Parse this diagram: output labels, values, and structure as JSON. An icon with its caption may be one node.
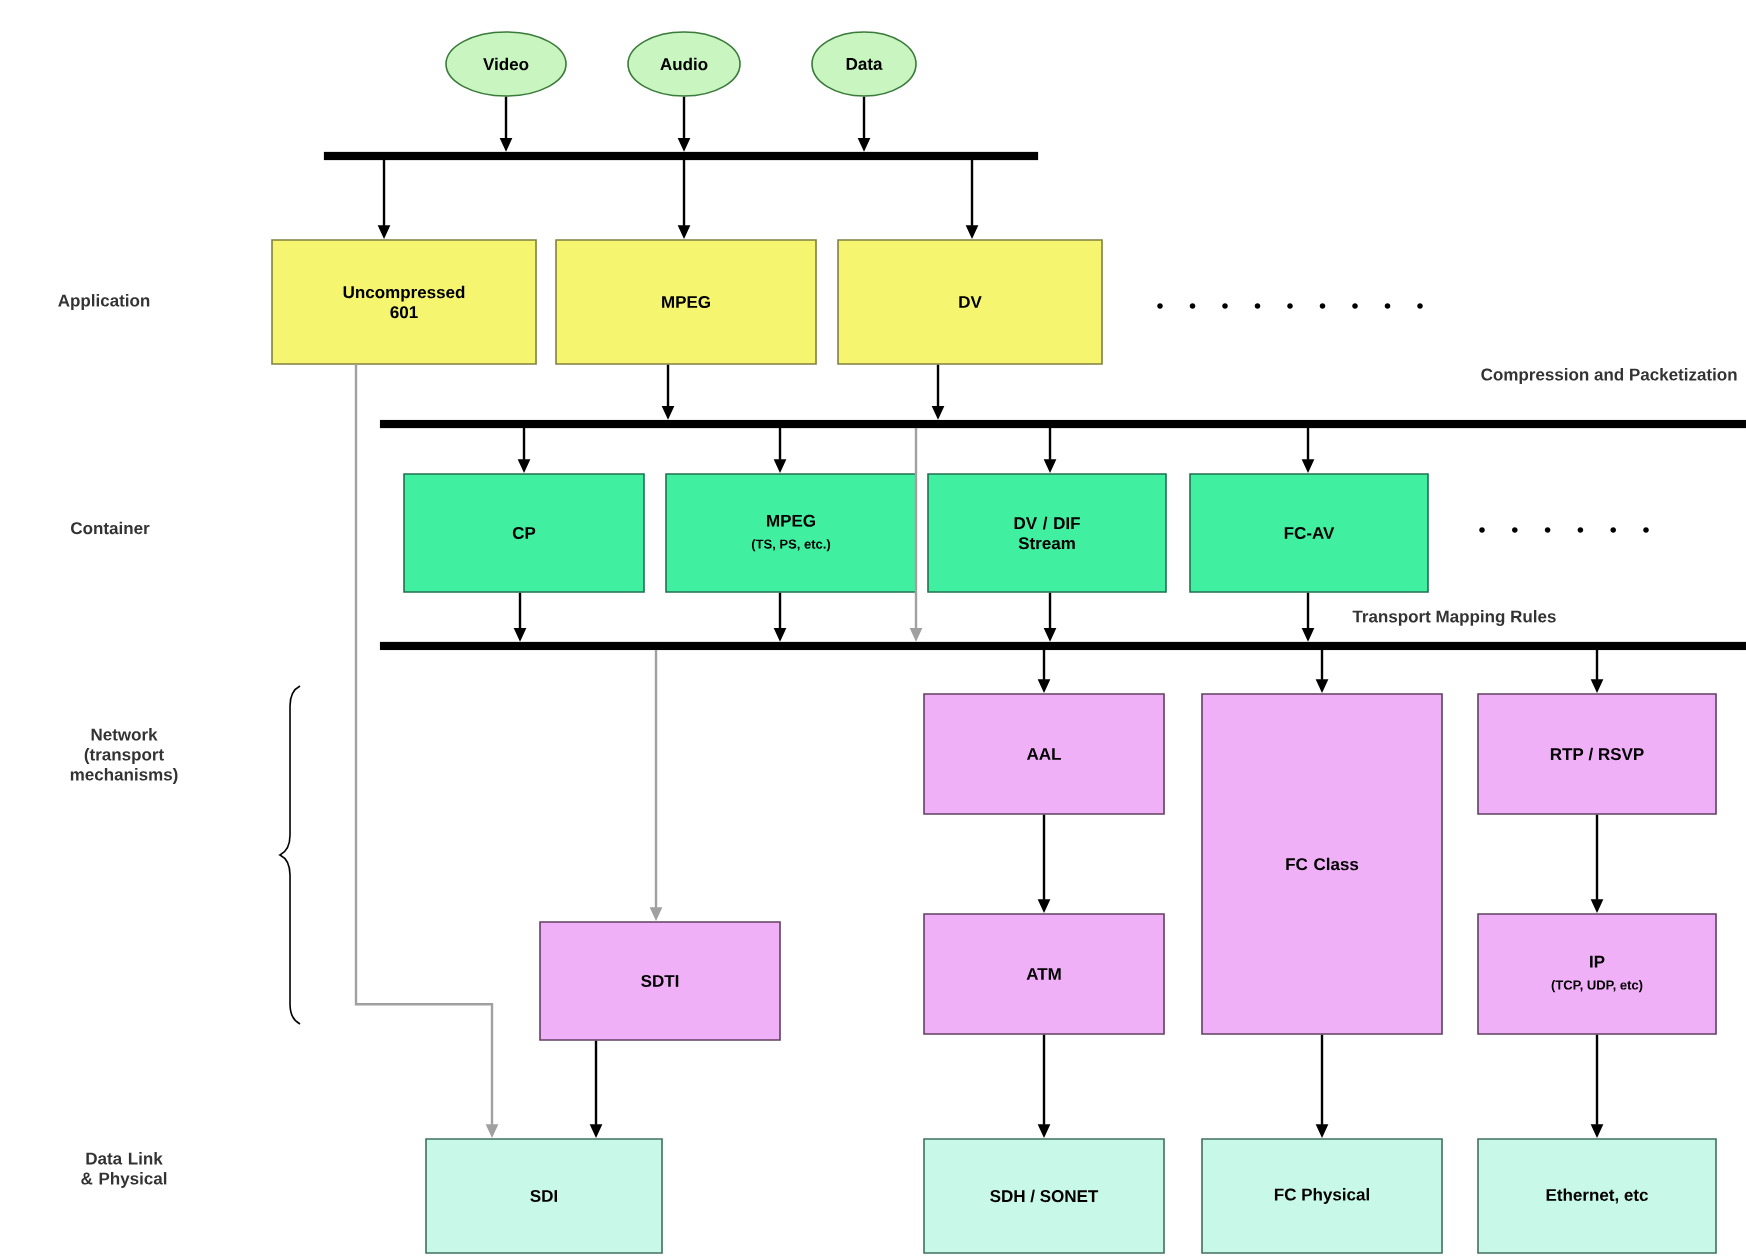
{
  "diagram": {
    "nodes": [
      {
        "text": [
          "Video"
        ]
      },
      {
        "text": [
          "Audio"
        ]
      },
      {
        "text": [
          "Data"
        ]
      },
      {
        "text": [],
        "shape": "bar"
      },
      {
        "text": [
          "Uncompressed 601"
        ]
      },
      {
        "text": [
          "MPEG"
        ]
      },
      {
        "text": [
          "DV"
        ]
      },
      {
        "text": [],
        "shape": "bar"
      },
      {
        "text": [
          "CP"
        ]
      },
      {
        "text": [
          "MPEG",
          "(TS, PS, etc.)"
        ]
      },
      {
        "text": [
          "DV / DIF Stream"
        ]
      },
      {
        "text": [
          "FC-AV"
        ]
      },
      {
        "text": [],
        "shape": "bar"
      },
      {
        "text": [
          "AAL"
        ]
      },
      {
        "text": [
          "FC Class"
        ]
      },
      {
        "text": [
          "RTP / RSVP"
        ]
      },
      {
        "text": [
          "SDTI"
        ]
      },
      {
        "text": [
          "ATM"
        ]
      },
      {
        "text": [
          "IP",
          "(TCP, UDP, etc)"
        ]
      },
      {
        "text": [
          "SDI"
        ]
      },
      {
        "text": [
          "SDH / SONET"
        ]
      },
      {
        "text": [
          "FC Physical"
        ]
      },
      {
        "text": [
          "Ethernet, etc"
        ]
      }
    ],
    "edges": [
      {
        "from": 0,
        "to": 3,
        "arrow": "to"
      },
      {
        "from": 1,
        "to": 3,
        "arrow": "to"
      },
      {
        "from": 2,
        "to": 3,
        "arrow": "to"
      },
      {
        "from": 3,
        "to": 4,
        "arrow": "to"
      },
      {
        "from": 3,
        "to": 5,
        "arrow": "to"
      },
      {
        "from": 3,
        "to": 6,
        "arrow": "to"
      },
      {
        "from": 5,
        "to": 7,
        "arrow": "to"
      },
      {
        "from": 6,
        "to": 7,
        "arrow": "to"
      },
      {
        "from": 7,
        "to": 8,
        "arrow": "to"
      },
      {
        "from": 7,
        "to": 9,
        "arrow": "to"
      },
      {
        "from": 7,
        "to": 10,
        "arrow": "to"
      },
      {
        "from": 7,
        "to": 11,
        "arrow": "to"
      },
      {
        "from": 8,
        "to": 12,
        "arrow": "to"
      },
      {
        "from": 9,
        "to": 12,
        "arrow": "to"
      },
      {
        "from": 10,
        "to": 12,
        "arrow": "to"
      },
      {
        "from": 11,
        "to": 12,
        "arrow": "to"
      },
      {
        "from": 7,
        "to": 12,
        "arrow": "to",
        "color": "#a0a0a0"
      },
      {
        "from": 4,
        "to": 19,
        "arrow": "to",
        "color": "#a0a0a0"
      },
      {
        "from": 12,
        "to": 16,
        "arrow": "to",
        "color": "#a0a0a0"
      },
      {
        "from": 12,
        "to": 13,
        "arrow": "to"
      },
      {
        "from": 12,
        "to": 14,
        "arrow": "to"
      },
      {
        "from": 12,
        "to": 15,
        "arrow": "to"
      },
      {
        "from": 16,
        "to": 19,
        "arrow": "to"
      },
      {
        "from": 13,
        "to": 17,
        "arrow": "to"
      },
      {
        "from": 17,
        "to": 20,
        "arrow": "to"
      },
      {
        "from": 14,
        "to": 21,
        "arrow": "to"
      },
      {
        "from": 15,
        "to": 18,
        "arrow": "to"
      },
      {
        "from": 18,
        "to": 22,
        "arrow": "to"
      }
    ],
    "labels": [
      "Application",
      "Compression and Packetization",
      "Container",
      "Transport Mapping Rules",
      "Network (transport mechanisms)",
      "Data Link & Physical"
    ]
  }
}
